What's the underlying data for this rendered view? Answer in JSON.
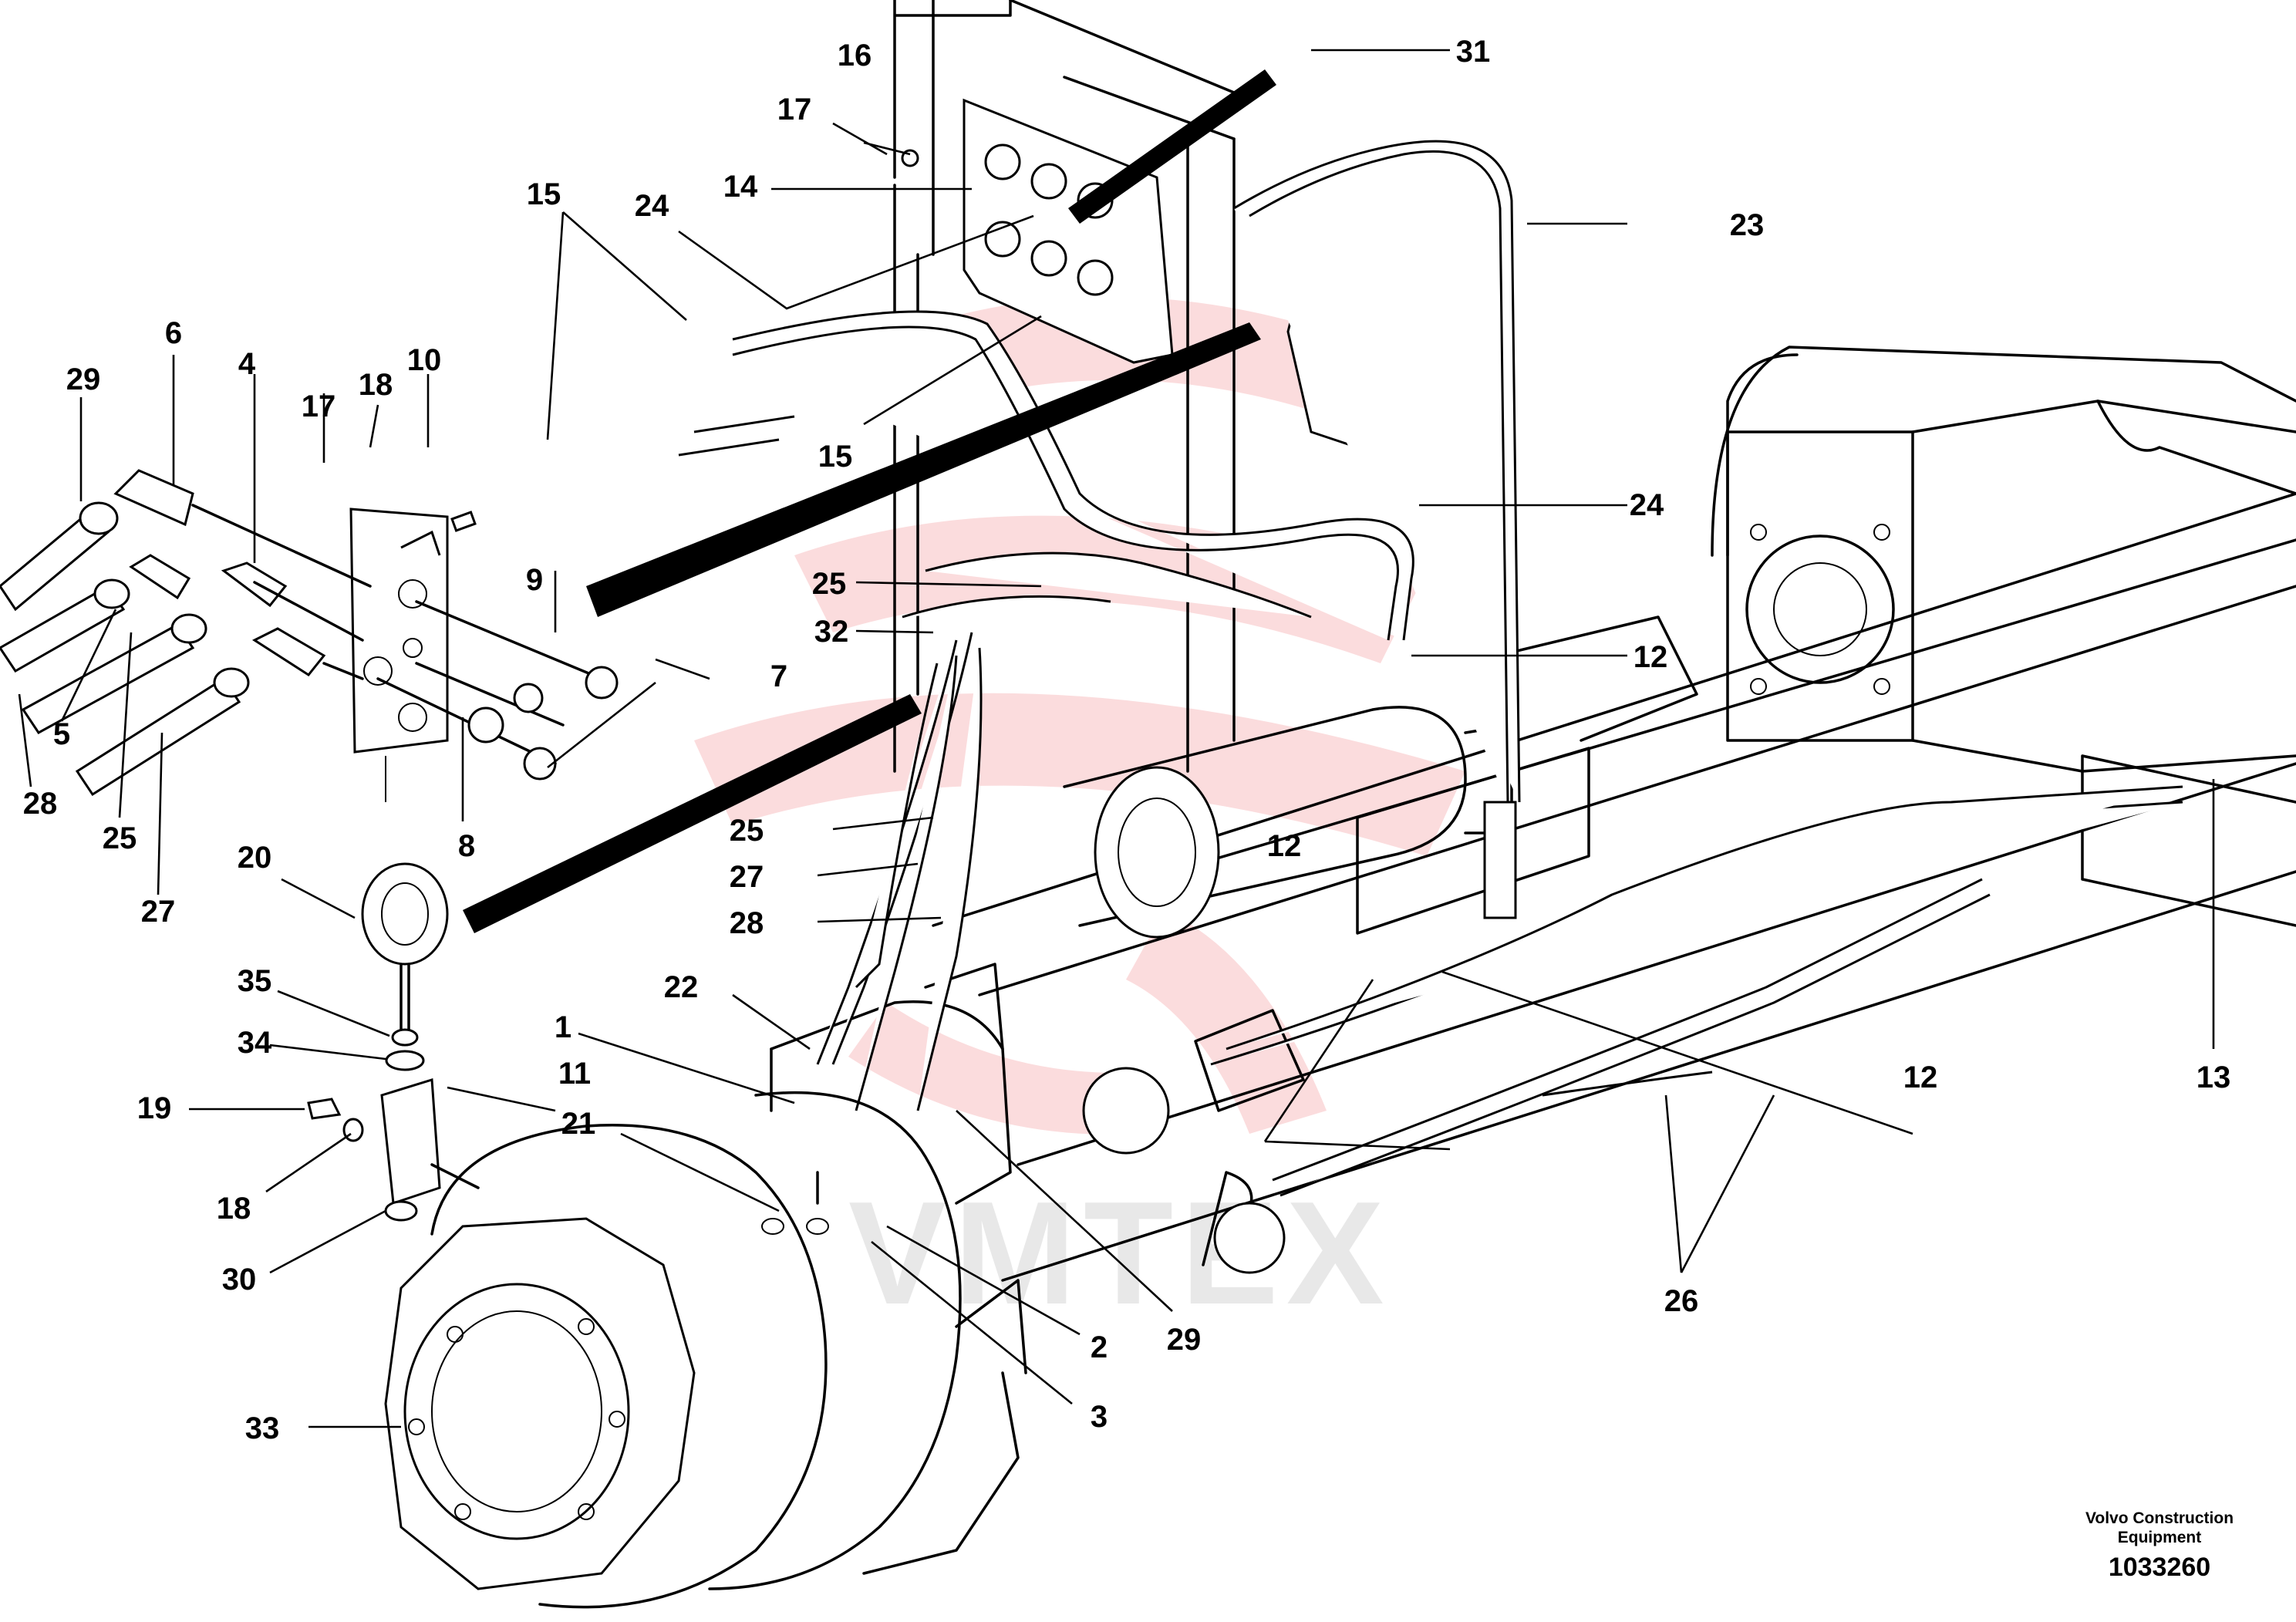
{
  "callouts": [
    {
      "id": "c1",
      "label": "1"
    },
    {
      "id": "c2",
      "label": "2"
    },
    {
      "id": "c3",
      "label": "3"
    },
    {
      "id": "c4",
      "label": "4"
    },
    {
      "id": "c5",
      "label": "5"
    },
    {
      "id": "c6",
      "label": "6"
    },
    {
      "id": "c7",
      "label": "7"
    },
    {
      "id": "c8",
      "label": "8"
    },
    {
      "id": "c9",
      "label": "9"
    },
    {
      "id": "c10",
      "label": "10"
    },
    {
      "id": "c11",
      "label": "11"
    },
    {
      "id": "c12a",
      "label": "12"
    },
    {
      "id": "c12b",
      "label": "12"
    },
    {
      "id": "c12c",
      "label": "12"
    },
    {
      "id": "c13",
      "label": "13"
    },
    {
      "id": "c14",
      "label": "14"
    },
    {
      "id": "c15a",
      "label": "15"
    },
    {
      "id": "c15b",
      "label": "15"
    },
    {
      "id": "c16",
      "label": "16"
    },
    {
      "id": "c17a",
      "label": "17"
    },
    {
      "id": "c17b",
      "label": "17"
    },
    {
      "id": "c18a",
      "label": "18"
    },
    {
      "id": "c18b",
      "label": "18"
    },
    {
      "id": "c19",
      "label": "19"
    },
    {
      "id": "c20",
      "label": "20"
    },
    {
      "id": "c21",
      "label": "21"
    },
    {
      "id": "c22",
      "label": "22"
    },
    {
      "id": "c23",
      "label": "23"
    },
    {
      "id": "c24a",
      "label": "24"
    },
    {
      "id": "c24b",
      "label": "24"
    },
    {
      "id": "c25a",
      "label": "25"
    },
    {
      "id": "c25b",
      "label": "25"
    },
    {
      "id": "c25c",
      "label": "25"
    },
    {
      "id": "c26",
      "label": "26"
    },
    {
      "id": "c27a",
      "label": "27"
    },
    {
      "id": "c27b",
      "label": "27"
    },
    {
      "id": "c28a",
      "label": "28"
    },
    {
      "id": "c28b",
      "label": "28"
    },
    {
      "id": "c29a",
      "label": "29"
    },
    {
      "id": "c29b",
      "label": "29"
    },
    {
      "id": "c30",
      "label": "30"
    },
    {
      "id": "c31",
      "label": "31"
    },
    {
      "id": "c32",
      "label": "32"
    },
    {
      "id": "c33",
      "label": "33"
    },
    {
      "id": "c34",
      "label": "34"
    },
    {
      "id": "c35",
      "label": "35"
    }
  ],
  "credit": {
    "line1": "Volvo Construction",
    "line2": "Equipment",
    "drawing_number": "1033260"
  },
  "watermark": {
    "text": "VMTEX",
    "color": "#e8252b"
  }
}
